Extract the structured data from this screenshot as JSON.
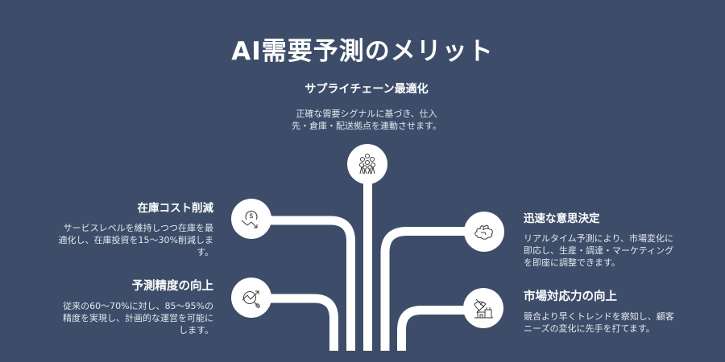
{
  "title": "AI需要予測のメリット",
  "colors": {
    "background": "#3d4d69",
    "pipe": "#ffffff",
    "icon_circle": "#ffffff",
    "icon_stroke": "#3a3a3a",
    "text_primary": "#ffffff",
    "text_secondary": "#e4e8ef"
  },
  "items": {
    "supply_chain": {
      "heading": "サプライチェーン最適化",
      "body_line1": "正確な需要シグナルに基づき、仕入",
      "body_line2": "先・倉庫・配送拠点を連動させます。",
      "icon": "network-structure-icon"
    },
    "inventory_cost": {
      "heading": "在庫コスト削減",
      "body_line1": "サービスレベルを維持しつつ在庫を最",
      "body_line2": "適化し、在庫投資を15〜30%削減しま",
      "body_line3": "す。",
      "icon": "dollar-down-trend-icon"
    },
    "forecast_accuracy": {
      "heading": "予測精度の向上",
      "body_line1": "従来の60〜70%に対し、85〜95%の",
      "body_line2": "精度を実現し、計画的な運営を可能に",
      "body_line3": "します。",
      "icon": "magnifier-trend-icon"
    },
    "quick_decision": {
      "heading": "迅速な意思決定",
      "body_line1": "リアルタイム予測により、市場変化に",
      "body_line2": "即応し、生産・調達・マーケティング",
      "body_line3": "を即座に調整できます。",
      "icon": "brain-icon"
    },
    "market_response": {
      "heading": "市場対応力の向上",
      "body_line1": "競合より早くトレンドを察知し、顧客",
      "body_line2": "ニーズの変化に先手を打てます。",
      "icon": "satellite-dish-icon"
    }
  }
}
